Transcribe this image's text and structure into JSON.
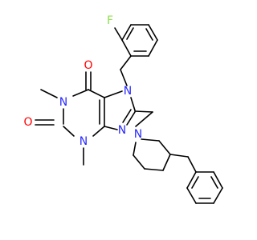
{
  "molecule": {
    "colors": {
      "carbon_bond": "#000000",
      "nitrogen": "#2a2aff",
      "oxygen": "#ff0000",
      "fluorine": "#90e050",
      "background": "#ffffff"
    },
    "labels": {
      "fluorine": "F",
      "carbonyl_oxygen_top": "O",
      "carbonyl_oxygen_left": "O",
      "n1": "N",
      "n3": "N",
      "n7": "N",
      "n9": "N",
      "piperidine_n": "N"
    }
  }
}
